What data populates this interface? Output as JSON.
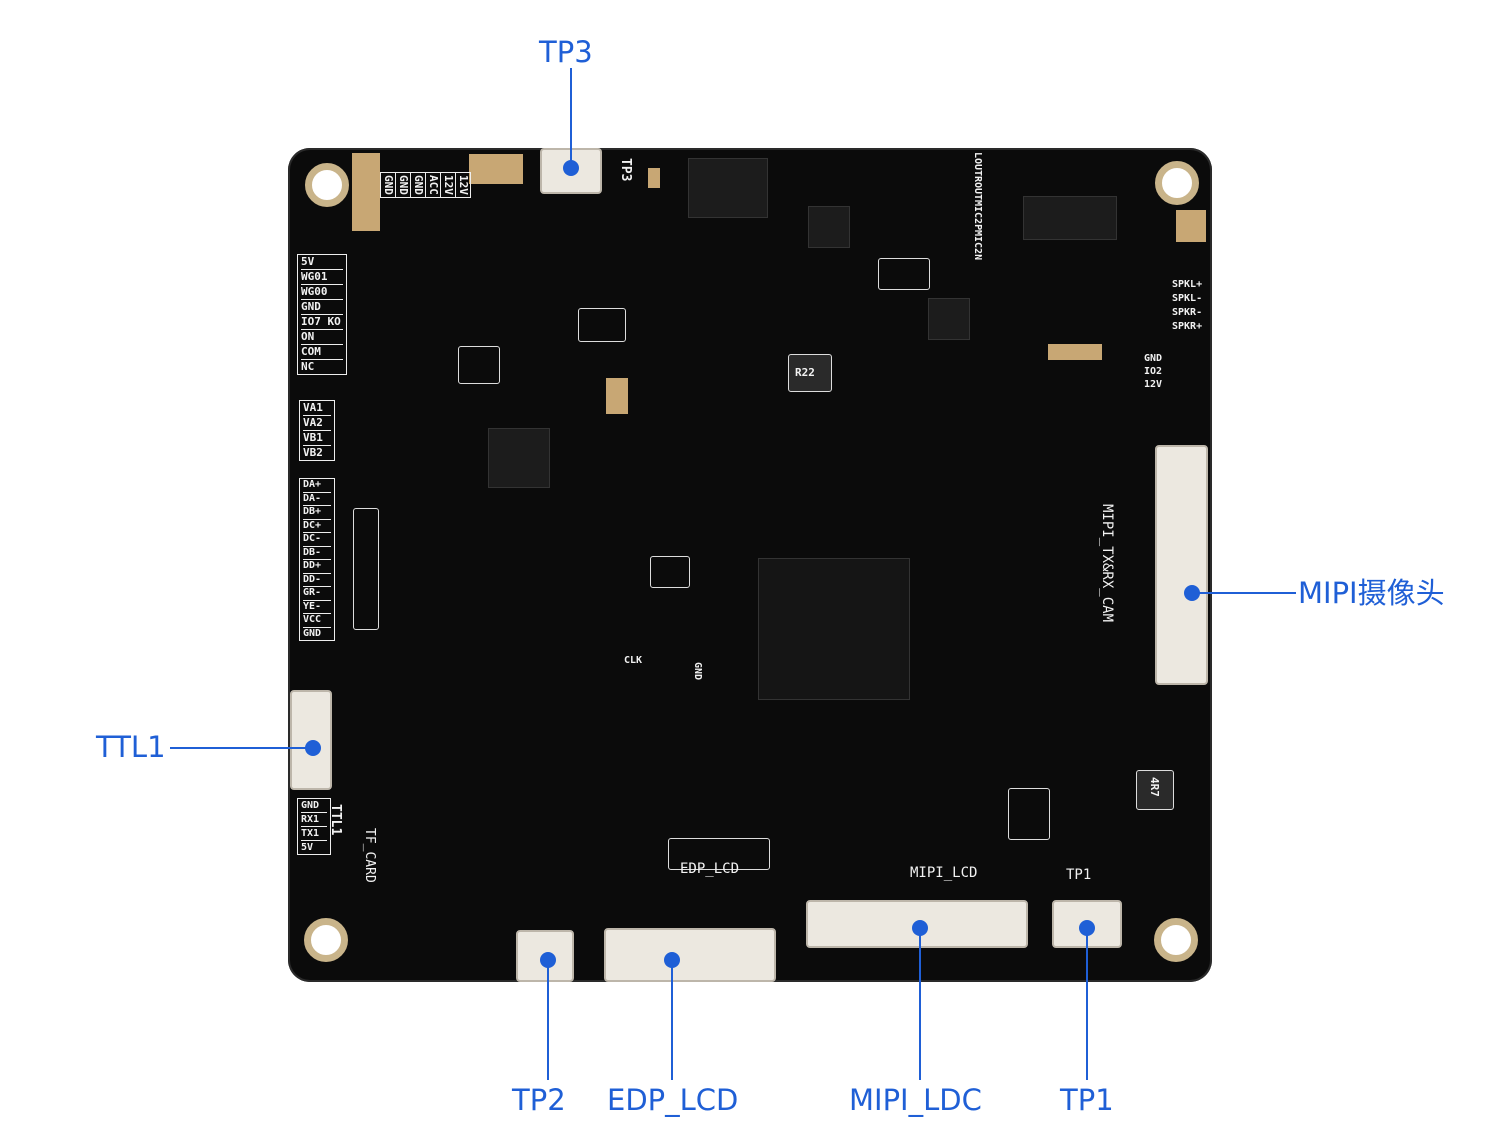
{
  "callouts": {
    "tp3": "TP3",
    "mipi_camera": "MIPI摄像头",
    "ttl1": "TTL1",
    "tp2": "TP2",
    "edp_lcd": "EDP_LCD",
    "mipi_ldc": "MIPI_LDC",
    "tp1": "TP1"
  },
  "silkscreen": {
    "power_header": [
      "GND",
      "GND",
      "GND",
      "ACC",
      "12V",
      "12V"
    ],
    "relay_header": [
      "5V",
      "WG01",
      "WG00",
      "GND",
      "IO7 KO",
      "ON",
      "COM",
      "NC"
    ],
    "valve_header": [
      "VA1",
      "VA2",
      "VB1",
      "VB2"
    ],
    "data_header": [
      "DA+",
      "DA-",
      "DB+",
      "DC+",
      "DC-",
      "DB-",
      "DD+",
      "DD-",
      "GR-",
      "YE-",
      "VCC",
      "GND"
    ],
    "ttl_header": [
      "GND",
      "RX1",
      "TX1",
      "5V"
    ],
    "ttl_name": "TTL1",
    "tf_card": "TF_CARD",
    "tp3_mark": "TP3",
    "audio": [
      "MIC2N",
      "MIC2P",
      "ROUT",
      "LOUT"
    ],
    "speaker": [
      "SPKL+",
      "SPKL-",
      "SPKR-",
      "SPKR+"
    ],
    "io_header": [
      "GND",
      "IO2",
      "12V"
    ],
    "mipi_cam_mark": "MIPI_TX&RX_CAM",
    "edp_mark": "EDP_LCD",
    "mipi_lcd_mark": "MIPI_LCD",
    "tp1_mark": "TP1",
    "inductor1": "R22",
    "inductor2": "4R7",
    "clk": "CLK",
    "gnd": "GND"
  },
  "colors": {
    "accent": "#1f5fd6",
    "board": "#0b0b0b",
    "gold": "#c8a774"
  }
}
